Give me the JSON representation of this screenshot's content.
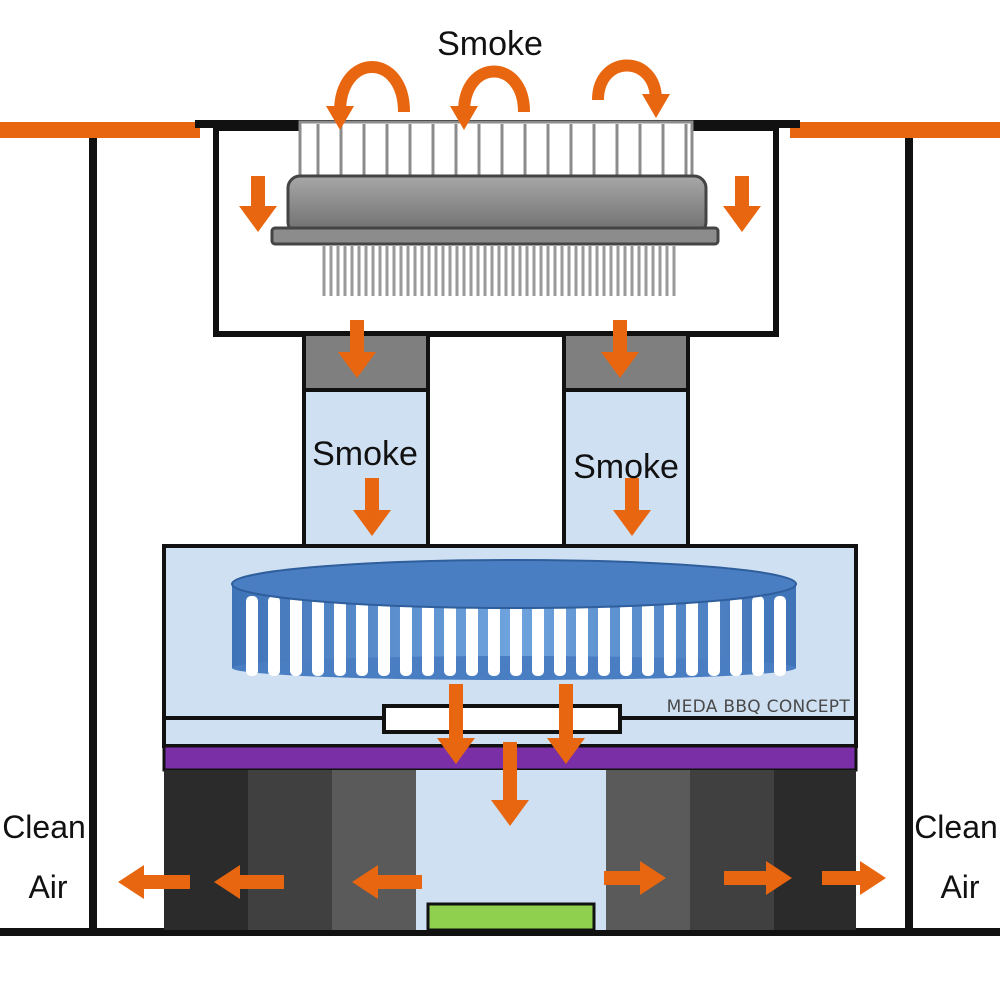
{
  "labels": {
    "smoke_top": "Smoke",
    "smoke_left_duct": "Smoke",
    "smoke_right_duct": "Smoke",
    "clean_air_left_line1": "Clean",
    "clean_air_left_line2": "Air",
    "clean_air_right_line1": "Clean",
    "clean_air_right_line2": "Air",
    "brand": "MEDA BBQ CONCEPT"
  },
  "colors": {
    "arrow": "#e8660f",
    "frame_orange": "#e8660f",
    "outline": "#111111",
    "chamber_fill": "#cfe0f2",
    "filter_blue": "#5a8fcf",
    "purple_band": "#7a2fa6",
    "green_pad": "#8fd14f",
    "grill_grey": "#8c8c8c",
    "grate_dark": "#555555"
  },
  "icons": [
    "curved-arrow-icon",
    "down-arrow-icon",
    "left-arrow-icon",
    "right-arrow-icon"
  ]
}
